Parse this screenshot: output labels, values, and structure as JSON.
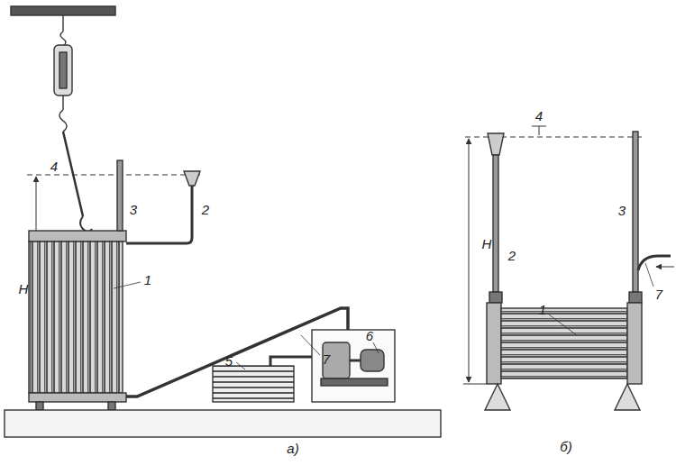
{
  "diagram": {
    "labels": [
      "4",
      "H",
      "3",
      "2",
      "1",
      "7",
      "5",
      "6",
      "а)",
      "4",
      "H",
      "2",
      "3",
      "1",
      "7",
      "б)"
    ]
  }
}
